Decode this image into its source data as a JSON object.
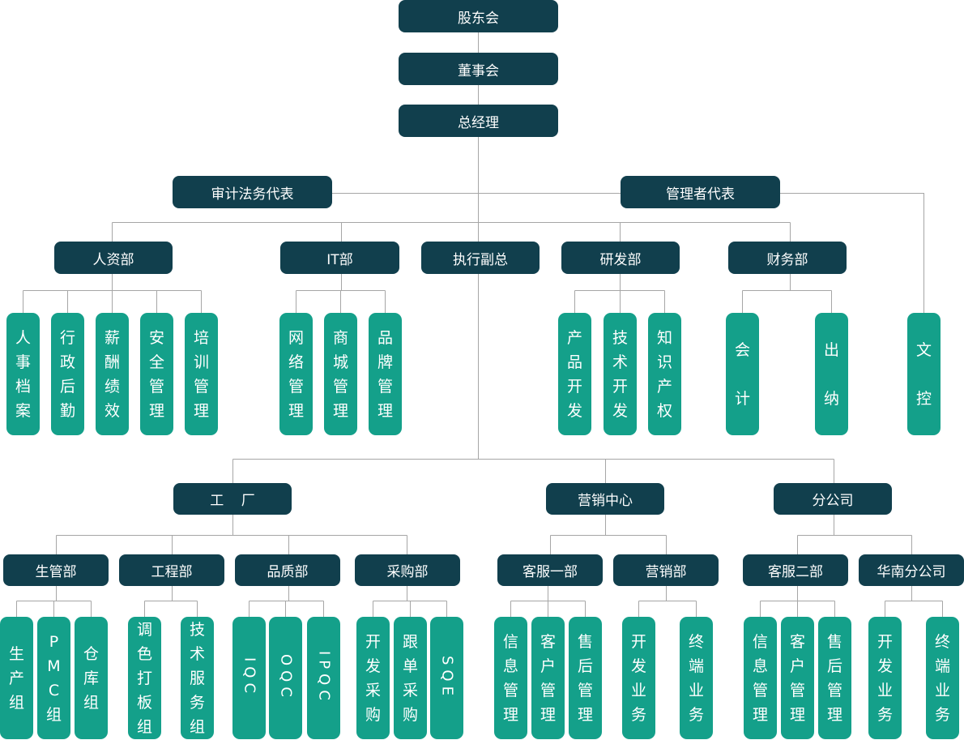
{
  "nodes": {
    "shareholders": "股东会",
    "board": "董事会",
    "gm": "总经理",
    "audit_legal": "审计法务代表",
    "mgmt_rep": "管理者代表",
    "hr": "人资部",
    "it": "IT部",
    "exec_vp": "执行副总",
    "rd": "研发部",
    "finance": "财务部",
    "hr_records": "人事档案",
    "admin_logistics": "行政后勤",
    "compensation": "薪酬绩效",
    "safety": "安全管理",
    "training": "培训管理",
    "network": "网络管理",
    "mall": "商城管理",
    "brand": "品牌管理",
    "product_dev": "产品开发",
    "tech_dev": "技术开发",
    "ip": "知识产权",
    "accounting": "会\n\n计",
    "cashier": "出\n\n纳",
    "doc_control": "文\n\n控",
    "factory": "工    厂",
    "marketing_center": "营销中心",
    "branch": "分公司",
    "production_mgmt": "生管部",
    "engineering": "工程部",
    "quality": "品质部",
    "purchasing": "采购部",
    "cs_dept_1": "客服一部",
    "sales_dept": "营销部",
    "cs_dept_2": "客服二部",
    "south_china": "华南分公司",
    "production_team": "生产组",
    "pmc_team": "PMC组",
    "warehouse_team": "仓库组",
    "color_proofing": "调色打板组",
    "tech_service": "技术服务组",
    "iqc": "IQC",
    "oqc": "OQC",
    "ipqc": "IPQC",
    "dev_purchasing": "开发采购",
    "follow_purchasing": "跟单采购",
    "sqe": "SQE",
    "info_mgmt_1": "信息管理",
    "customer_mgmt_1": "客户管理",
    "after_sales_1": "售后管理",
    "biz_dev_1": "开发业务",
    "terminal_1": "终端业务",
    "info_mgmt_2": "信息管理",
    "customer_mgmt_2": "客户管理",
    "after_sales_2": "售后管理",
    "biz_dev_2": "开发业务",
    "terminal_2": "终端业务"
  },
  "colors": {
    "header_box": "#113f4d",
    "leaf_box": "#14a08a",
    "connector": "#a6a6a6",
    "text": "#ffffff"
  }
}
